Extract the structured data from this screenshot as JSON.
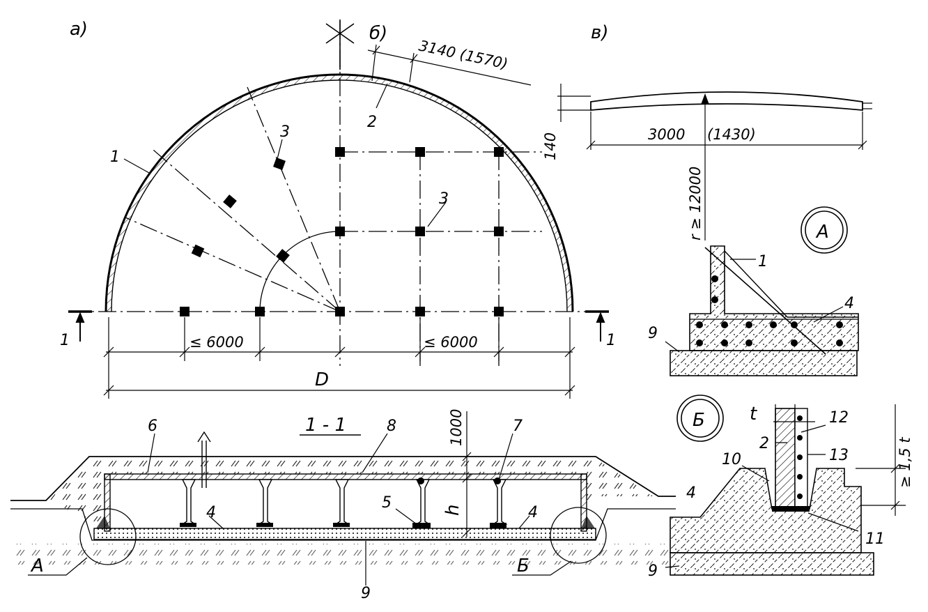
{
  "panels": {
    "a": "а)",
    "b": "б)",
    "v": "в)",
    "callout_A": "А",
    "callout_B": "Б"
  },
  "dimensions": {
    "panel_length": "3140 (1570)",
    "panel_width": "3000",
    "panel_width_alt": "(1430)",
    "panel_rise": "140",
    "radius": "r ≥ 12000",
    "spacing_left": "≤ 6000",
    "spacing_right": "≤ 6000",
    "diameter": "D",
    "cover_depth": "1000",
    "height": "h",
    "wall_thickness": "t",
    "groove_depth": "≥ 1,5 t"
  },
  "section": {
    "title": "1 - 1",
    "mark_left": "1",
    "mark_right": "1",
    "detail_A": "А",
    "detail_B": "Б"
  },
  "callouts": {
    "c1": "1",
    "c2": "2",
    "c3": "3",
    "c4": "4",
    "c5": "5",
    "c6": "6",
    "c7": "7",
    "c8": "8",
    "c9": "9",
    "c10": "10",
    "c11": "11",
    "c12": "12",
    "c13": "13"
  }
}
